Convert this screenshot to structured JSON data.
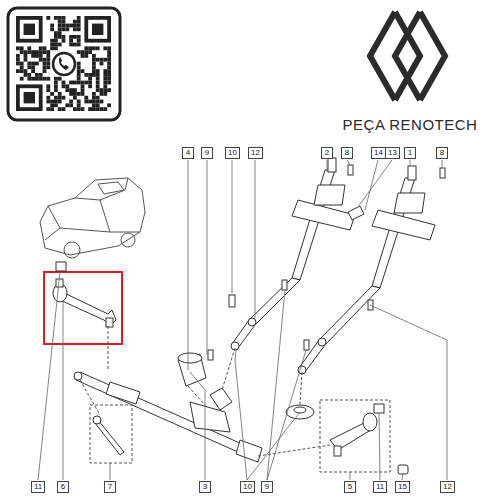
{
  "diagram": {
    "nodes": [
      {
        "text": [
          "4"
        ]
      },
      {
        "text": [
          "9"
        ]
      },
      {
        "text": [
          "10"
        ]
      },
      {
        "text": [
          "12"
        ]
      },
      {
        "text": [
          "2"
        ]
      },
      {
        "text": [
          "8"
        ]
      },
      {
        "text": [
          "14"
        ]
      },
      {
        "text": [
          "13"
        ]
      },
      {
        "text": [
          "1"
        ]
      },
      {
        "text": [
          "8"
        ]
      },
      {
        "text": [
          "11"
        ]
      },
      {
        "text": [
          "6"
        ]
      },
      {
        "text": [
          "7"
        ]
      },
      {
        "text": [
          "3"
        ]
      },
      {
        "text": [
          "10"
        ]
      },
      {
        "text": [
          "9"
        ]
      },
      {
        "text": [
          "5"
        ]
      },
      {
        "text": [
          "11"
        ]
      },
      {
        "text": [
          "15"
        ]
      },
      {
        "text": [
          "12"
        ]
      }
    ],
    "labels": [
      "PEÇA RENOTECH"
    ]
  }
}
